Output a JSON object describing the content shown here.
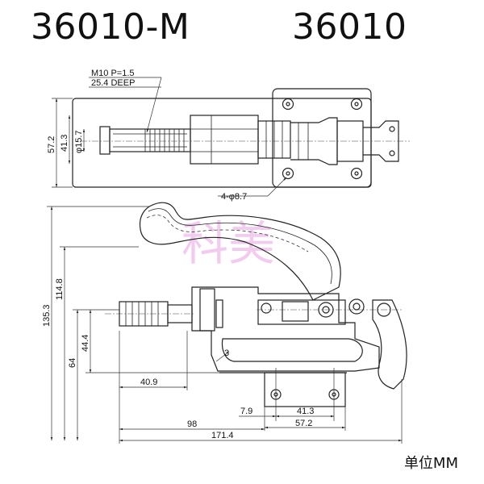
{
  "header": {
    "model_left": "36010-M",
    "model_right": "36010"
  },
  "top_view": {
    "thread_note_line1": "M10  P=1.5",
    "thread_note_line2": "25.4  DEEP",
    "dim_overall_height": "57.2",
    "dim_hole_spacing": "41.3",
    "dim_plunger_dia": "φ15.7",
    "dim_mount_holes": "4-φ8.7"
  },
  "side_view": {
    "dim_total_height": "135.3",
    "dim_handle_height": "114.8",
    "dim_64": "64",
    "dim_44_4": "44.4",
    "dim_3": "3",
    "dim_40_9": "40.9",
    "dim_7_9": "7.9",
    "dim_41_3": "41.3",
    "dim_57_2": "57.2",
    "dim_98": "98",
    "dim_171_4": "171.4"
  },
  "watermark": "科美",
  "footer": {
    "unit_label": "单位MM"
  },
  "colors": {
    "line": "#222222",
    "watermark": "#e7a3e2"
  }
}
